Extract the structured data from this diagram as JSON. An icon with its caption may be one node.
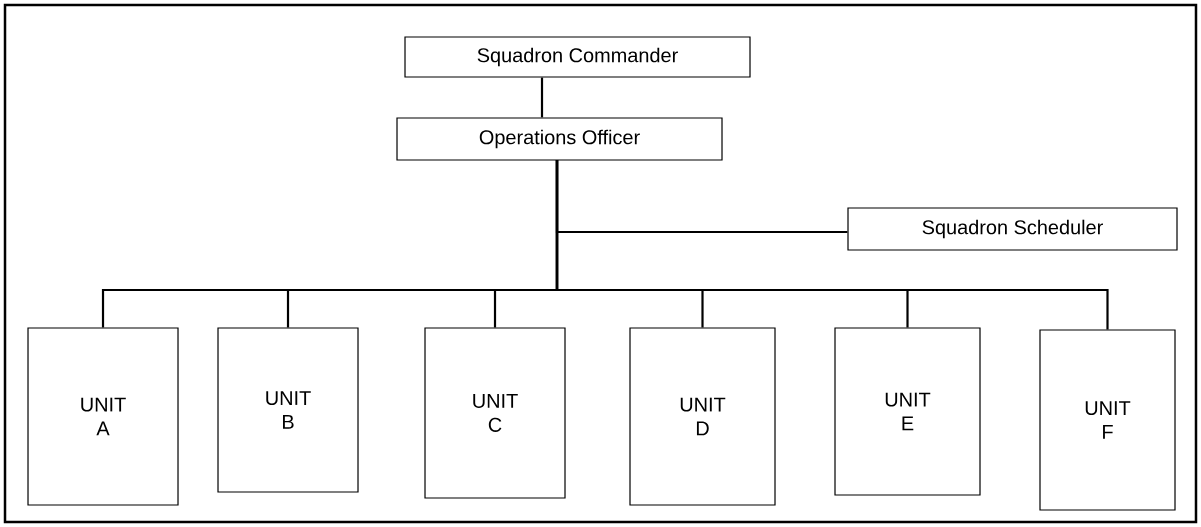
{
  "diagram": {
    "nodes": [
      {
        "text": [
          "Squadron Commander"
        ]
      },
      {
        "text": [
          "Operations Officer"
        ]
      },
      {
        "text": [
          "Squadron Scheduler"
        ]
      },
      {
        "text": [
          "UNIT A"
        ]
      },
      {
        "text": [
          "UNIT B"
        ]
      },
      {
        "text": [
          "UNIT C"
        ]
      },
      {
        "text": [
          "UNIT D"
        ]
      },
      {
        "text": [
          "UNIT E"
        ]
      },
      {
        "text": [
          "UNIT F"
        ]
      }
    ],
    "edges": [
      {
        "from": 0,
        "to": 1,
        "arrow": "none"
      },
      {
        "from": 1,
        "to": 2,
        "arrow": "none"
      },
      {
        "from": 1,
        "to": 3,
        "arrow": "none"
      },
      {
        "from": 1,
        "to": 4,
        "arrow": "none"
      },
      {
        "from": 1,
        "to": 5,
        "arrow": "none"
      },
      {
        "from": 1,
        "to": 6,
        "arrow": "none"
      },
      {
        "from": 1,
        "to": 7,
        "arrow": "none"
      },
      {
        "from": 1,
        "to": 8,
        "arrow": "none"
      }
    ]
  }
}
